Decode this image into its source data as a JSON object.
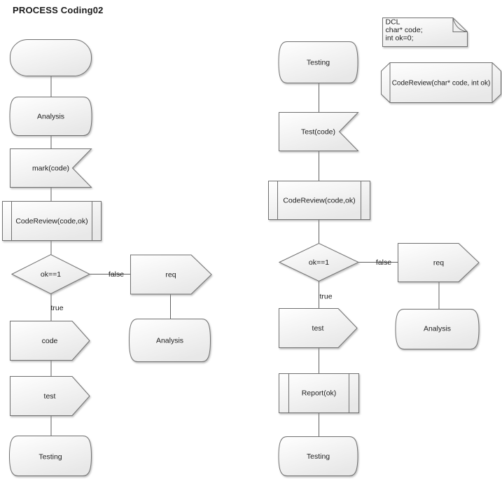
{
  "title": "PROCESS Coding02",
  "palette": {
    "shape_stroke": "#6f6f6f",
    "shape_fill_top": "#ffffff",
    "shape_fill_bottom": "#e8e8e8",
    "connector": "#5f5f5f",
    "text": "#1c1c1c"
  },
  "declarations": {
    "note_lines": [
      "DCL",
      "char* code;",
      "int ok=0;"
    ],
    "procedure_signature": "CodeReview(char* code, int ok)"
  },
  "left": {
    "state_analysis": "Analysis",
    "input_mark": "mark(code)",
    "call_codereview": "CodeReview(code,ok)",
    "decision": "ok==1",
    "edge_false": "false",
    "output_req": "req",
    "state_analysis_return": "Analysis",
    "edge_true": "true",
    "output_code": "code",
    "output_test": "test",
    "state_testing": "Testing"
  },
  "right": {
    "state_testing": "Testing",
    "input_test": "Test(code)",
    "call_codereview": "CodeReview(code,ok)",
    "decision": "ok==1",
    "edge_false": "false",
    "output_req": "req",
    "state_analysis_return": "Analysis",
    "edge_true": "true",
    "output_test": "test",
    "call_report": "Report(ok)",
    "state_testing_end": "Testing"
  }
}
